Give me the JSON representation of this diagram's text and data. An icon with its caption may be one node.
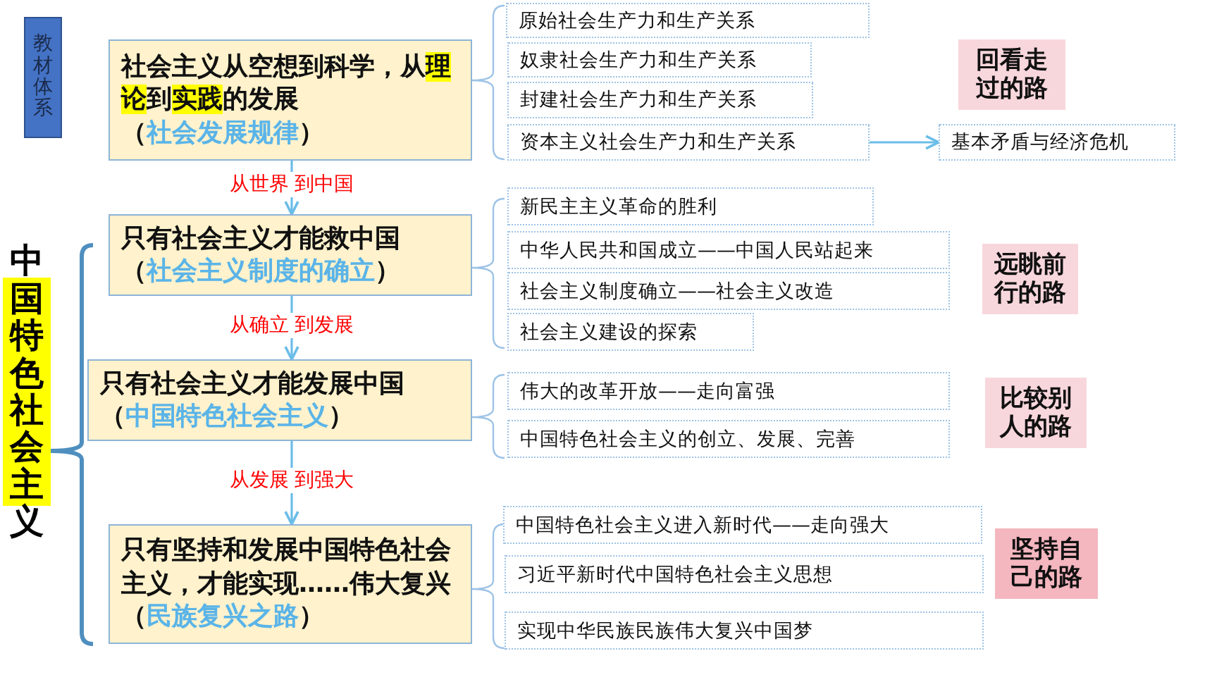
{
  "diagram": {
    "nodes": [
      {
        "text": [
          "教材体系"
        ]
      },
      {
        "text": [
          "中国特色社会主义"
        ]
      },
      {
        "text": [
          "社会主义从空想到科学，从**理论**到**实践**的发展",
          "（*社会发展规律*）"
        ]
      },
      {
        "text": [
          "只有社会主义才能救中国",
          "（*社会主义制度的确立*）"
        ]
      },
      {
        "text": [
          "只有社会主义才能发展中国",
          "（*中国特色社会主义*）"
        ]
      },
      {
        "text": [
          "只有坚持和发展中国特色社会主义，才能实现……伟大复兴（*民族复兴之路*）"
        ]
      },
      {
        "text": [
          "原始社会生产力和生产关系"
        ]
      },
      {
        "text": [
          "奴隶社会生产力和生产关系"
        ]
      },
      {
        "text": [
          "封建社会生产力和生产关系"
        ]
      },
      {
        "text": [
          "资本主义社会生产力和生产关系"
        ]
      },
      {
        "text": [
          "基本矛盾与经济危机"
        ]
      },
      {
        "text": [
          "回看走过的路"
        ]
      },
      {
        "text": [
          "新民主主义革命的胜利"
        ]
      },
      {
        "text": [
          "中华人民共和国成立——中国人民站起来"
        ]
      },
      {
        "text": [
          "社会主义制度确立——社会主义改造"
        ]
      },
      {
        "text": [
          "社会主义建设的探索"
        ]
      },
      {
        "text": [
          "远眺前行的路"
        ]
      },
      {
        "text": [
          "伟大的改革开放——走向富强"
        ]
      },
      {
        "text": [
          "中国特色社会主义的创立、发展、完善"
        ]
      },
      {
        "text": [
          "比较别人的路"
        ]
      },
      {
        "text": [
          "中国特色社会主义进入新时代——走向强大"
        ]
      },
      {
        "text": [
          "习近平新时代中国特色社会主义思想"
        ]
      },
      {
        "text": [
          "实现中华民族民族伟大复兴中国梦"
        ]
      },
      {
        "text": [
          "坚持自己的路"
        ]
      }
    ],
    "edges": [
      {
        "from": 2,
        "to": 3,
        "arrow": "to",
        "label": "从世界 到中国"
      },
      {
        "from": 3,
        "to": 4,
        "arrow": "to",
        "label": "从确立 到发展"
      },
      {
        "from": 4,
        "to": 5,
        "arrow": "to",
        "label": "从发展 到强大"
      },
      {
        "from": 9,
        "to": 10,
        "arrow": "to"
      }
    ]
  }
}
